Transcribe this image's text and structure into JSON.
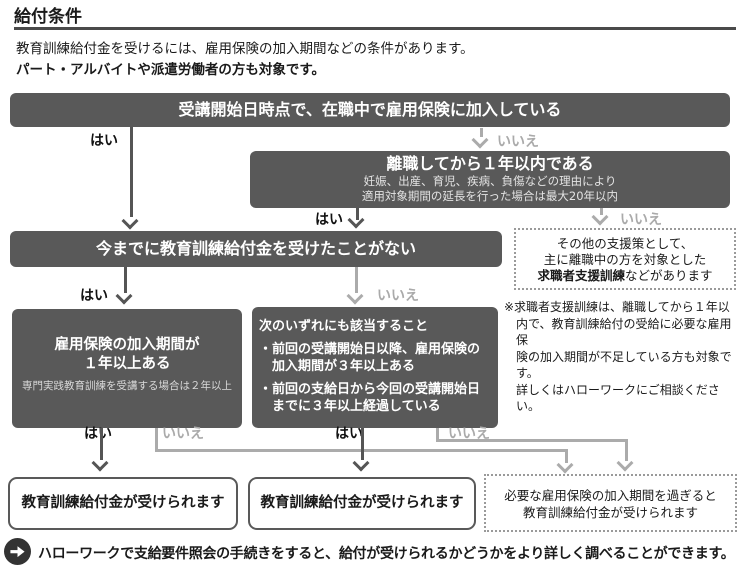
{
  "page": {
    "title": "給付条件",
    "intro": "教育訓練給付金を受けるには、雇用保険の加入期間などの条件があります。",
    "intro_bold": "パート・アルバイトや派遣労働者の方も対象です。"
  },
  "labels": {
    "yes": "はい",
    "no": "いいえ"
  },
  "flow": {
    "q1": "受講開始日時点で、在職中で雇用保険に加入している",
    "q2_title": "離職してから１年以内である",
    "q2_note1": "妊娠、出産、育児、疾病、負傷などの理由により",
    "q2_note2": "適用対象期間の延長を行った場合は最大20年以内",
    "q3": "今までに教育訓練給付金を受けたことがない",
    "q4_line1": "雇用保険の加入期間が",
    "q4_line2": "１年以上ある",
    "q4_note": "専門実践教育訓練を受講する場合は２年以上",
    "q5_title": "次のいずれにも該当すること",
    "q5_b1a": "・前回の受講開始日以降、雇用保険の",
    "q5_b1b": "加入期間が３年以上ある",
    "q5_b2a": "・前回の支給日から今回の受講開始日",
    "q5_b2b": "までに３年以上経過している",
    "alt_line1": "その他の支援策として、",
    "alt_line2": "主に離職中の方を対象とした",
    "alt_line3_bold": "求職者支援訓練",
    "alt_line3_rest": "などがあります",
    "note_lines": [
      "※求職者支援訓練は、離職してから１年以",
      "内で、教育訓練給付の受給に必要な雇用保",
      "険の加入期間が不足している方も対象です。",
      "詳しくはハローワークにご相談ください。"
    ],
    "result1": "教育訓練給付金が受けられます",
    "result2": "教育訓練給付金が受けられます",
    "result3_line1": "必要な雇用保険の加入期間を過ぎると",
    "result3_line2": "教育訓練給付金が受けられます"
  },
  "footer": {
    "icon": "right-arrow-circle-icon",
    "text": "ハローワークで支給要件照会の手続きをすると、給付が受けられるかどうかをより詳しく調べることができます。"
  },
  "colors": {
    "box_dark": "#595959",
    "line_dark": "#555555",
    "line_gray": "#ababab"
  }
}
